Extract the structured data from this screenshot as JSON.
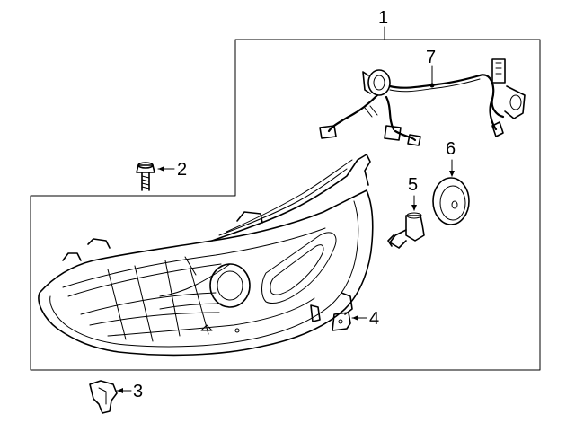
{
  "diagram": {
    "callouts": [
      {
        "id": "1",
        "label": "1"
      },
      {
        "id": "2",
        "label": "2"
      },
      {
        "id": "3",
        "label": "3"
      },
      {
        "id": "4",
        "label": "4"
      },
      {
        "id": "5",
        "label": "5"
      },
      {
        "id": "6",
        "label": "6"
      },
      {
        "id": "7",
        "label": "7"
      }
    ],
    "parts": [
      {
        "name": "headlamp-assembly-icon"
      },
      {
        "name": "bolt-icon"
      },
      {
        "name": "clip-icon"
      },
      {
        "name": "bracket-icon"
      },
      {
        "name": "bulb-icon"
      },
      {
        "name": "cap-icon"
      },
      {
        "name": "wiring-harness-icon"
      }
    ],
    "colors": {
      "line": "#000000",
      "background": "#ffffff"
    }
  }
}
